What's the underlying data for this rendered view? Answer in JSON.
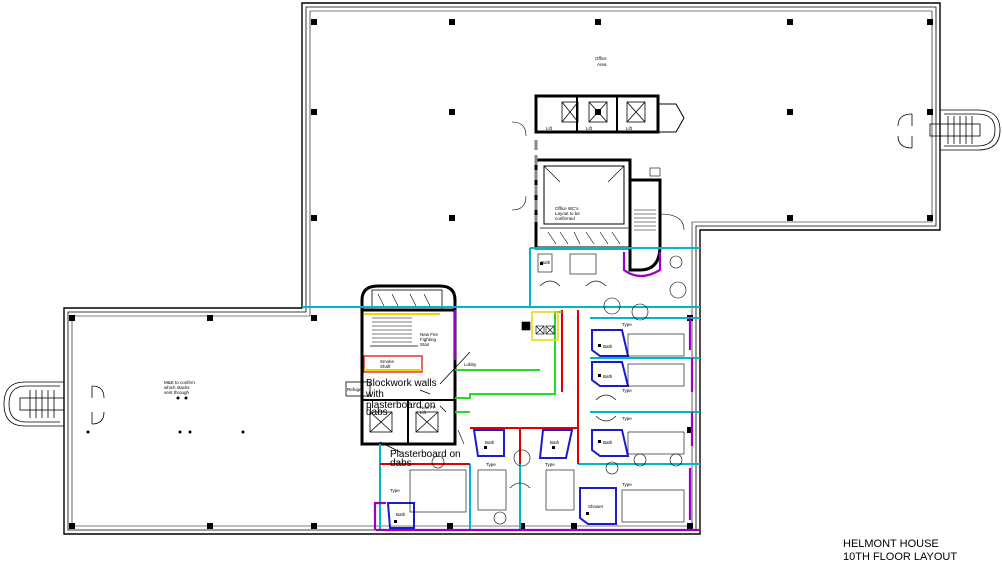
{
  "title_block": {
    "line1": "HELMONT HOUSE",
    "line2": "10TH FLOOR LAYOUT"
  },
  "labels": {
    "office_area": [
      "Office",
      "Area"
    ],
    "office_wcs": [
      "Office WC's",
      "Layout to be",
      "confirmed"
    ],
    "new_fire_stair": [
      "New Fire",
      "Fighting",
      "Stair"
    ],
    "new_ff_lift": [
      "New FF",
      "Lift"
    ],
    "refuge": "Refuge",
    "smoke_shaft": [
      "Smoke",
      "Shaft"
    ],
    "mechanical_note": [
      "M&E to confirm",
      "which stacks",
      "vent through"
    ],
    "blockwork_note": [
      "Blockwork walls",
      "with",
      "plasterboard on",
      "dabs"
    ],
    "plasterboard_note": [
      "Plasterboard on",
      "dabs"
    ],
    "bath": "Bath",
    "shower": "Shower",
    "type": "Type",
    "lift_short": "Lift",
    "lobby": "Lobby"
  },
  "colors": {
    "wall": "#000000",
    "cyan": "#00b7c9",
    "purple": "#9a00c8",
    "red": "#e00000",
    "blue": "#1a1ad0",
    "green": "#22dd22",
    "yellow": "#e8d800",
    "gray": "#888888"
  }
}
